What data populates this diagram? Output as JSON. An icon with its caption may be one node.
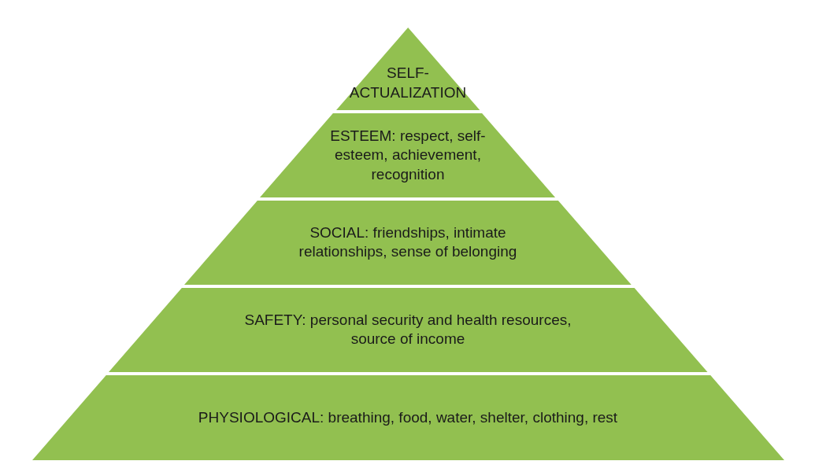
{
  "diagram": {
    "nodes": [
      {
        "text": [
          "SELF-ACTUALIZATION"
        ]
      },
      {
        "text": [
          "ESTEEM: respect, self-esteem, achievement, recognition"
        ]
      },
      {
        "text": [
          "SOCIAL: friendships, intimate relationships, sense of belonging"
        ]
      },
      {
        "text": [
          "SAFETY: personal security and health resources, source of income"
        ]
      },
      {
        "text": [
          "PHYSIOLOGICAL: breathing, food, water, shelter, clothing, rest"
        ]
      }
    ]
  }
}
